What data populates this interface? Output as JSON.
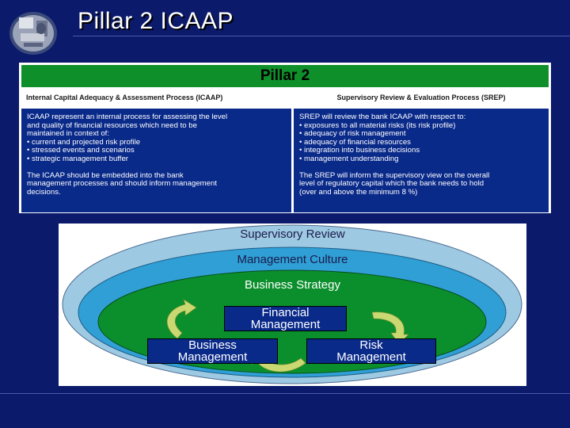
{
  "slide": {
    "title": "Pillar 2 ICAAP"
  },
  "table": {
    "heading": "Pillar 2",
    "left": {
      "header": "Internal Capital Adequacy & Assessment Process (ICAAP)",
      "lines": [
        "ICAAP represent an internal process for assessing the level",
        "and quality of financial resources which need to be",
        "maintained in context of:",
        "• current and projected risk profile",
        "• stressed events and scenarios",
        "• strategic management buffer"
      ],
      "lines2": [
        "The ICAAP should be embedded into the bank",
        "management processes and should inform management",
        "decisions."
      ]
    },
    "right": {
      "header": "Supervisory Review & Evaluation Process (SREP)",
      "lines": [
        "SREP will review the bank ICAAP with respect to:",
        "• exposures to all material risks (its risk profile)",
        "• adequacy of risk management",
        "• adequacy of financial resources",
        "• integration into business decisions",
        "• management understanding"
      ],
      "lines2": [
        "The SREP will inform the supervisory view on the overall",
        "level of regulatory capital which the bank needs to hold",
        "(over and above the minimum 8 %)"
      ]
    }
  },
  "diagram": {
    "outer": "Supervisory Review",
    "middle": "Management Culture",
    "inner": "Business Strategy",
    "box_top": [
      "Financial",
      "Management"
    ],
    "box_left": [
      "Business",
      "Management"
    ],
    "box_right": [
      "Risk",
      "Management"
    ],
    "colors": {
      "outer": "#9ec9e2",
      "middle": "#2f9fd6",
      "inner": "#0b8f2c",
      "arrow": "#c9d870"
    }
  }
}
